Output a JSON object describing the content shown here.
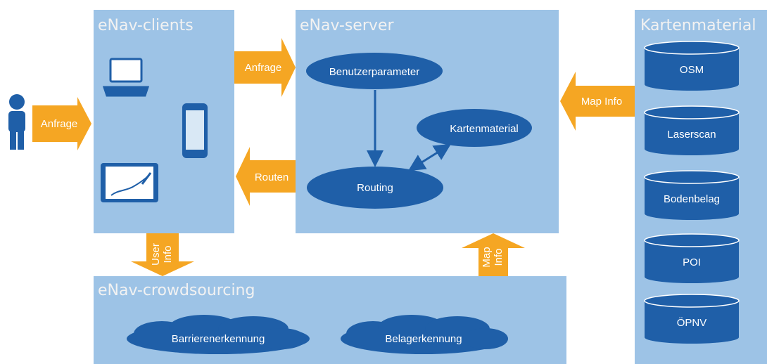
{
  "panels": {
    "clients": {
      "title": "eNav-clients"
    },
    "server": {
      "title": "eNav-server"
    },
    "crowd": {
      "title": "eNav-crowdsourcing"
    },
    "map": {
      "title": "Kartenmaterial"
    }
  },
  "arrows": {
    "user_to_clients": "Anfrage",
    "clients_to_server": "Anfrage",
    "server_to_clients": "Routen",
    "map_to_server": "Map Info",
    "clients_to_crowd": [
      "User",
      "Info"
    ],
    "crowd_to_server": [
      "Map",
      "Info"
    ]
  },
  "server_nodes": {
    "user_params": "Benutzerparameter",
    "map_material": "Kartenmaterial",
    "routing": "Routing"
  },
  "crowd_nodes": {
    "barrier": "Barrierenerkennung",
    "surface": "Belagerkennung"
  },
  "databases": [
    "OSM",
    "Laserscan",
    "Bodenbelag",
    "POI",
    "ÖPNV"
  ],
  "colors": {
    "panel": "#9dc3e6",
    "node": "#1f5fa8",
    "arrow": "#f5a623",
    "text_light": "#ffffff"
  }
}
